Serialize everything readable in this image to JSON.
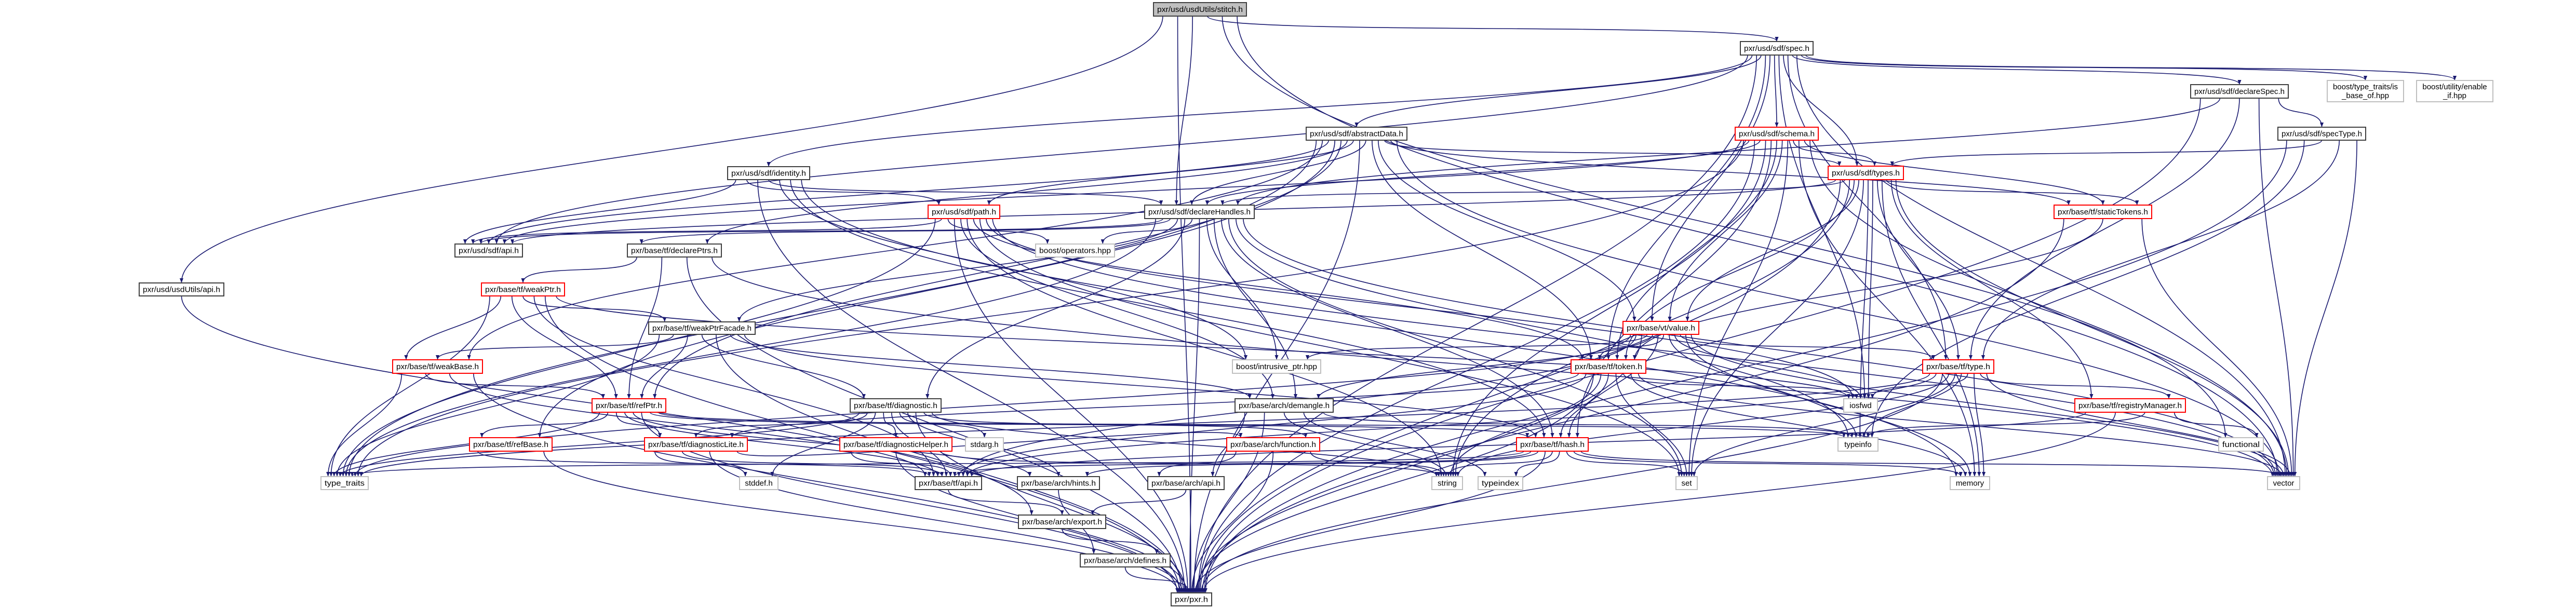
{
  "graph": {
    "title": "pxr/usd/usdUtils/stitch.h",
    "colors": {
      "edge": "#191970",
      "documented_border": "#404040",
      "has_more_border": "#ff0000",
      "external_border": "#bfbfbf",
      "root_fill": "#bfbfbf"
    },
    "nodes": [
      {
        "id": "stitch",
        "label": "pxr/usd/usdUtils/stitch.h",
        "kind": "root"
      },
      {
        "id": "spec",
        "label": "pxr/usd/sdf/spec.h",
        "kind": "doc"
      },
      {
        "id": "declareSpec",
        "label": "pxr/usd/sdf/declareSpec.h",
        "kind": "doc"
      },
      {
        "id": "isbase",
        "label": "boost/type_traits/is_base_of.hpp",
        "kind": "ext",
        "lines": [
          "boost/type_traits/is",
          "_base_of.hpp"
        ]
      },
      {
        "id": "enableif",
        "label": "boost/utility/enable_if.hpp",
        "kind": "ext",
        "lines": [
          "boost/utility/enable",
          "_if.hpp"
        ]
      },
      {
        "id": "specType",
        "label": "pxr/usd/sdf/specType.h",
        "kind": "doc"
      },
      {
        "id": "schema",
        "label": "pxr/usd/sdf/schema.h",
        "kind": "red"
      },
      {
        "id": "abstractData",
        "label": "pxr/usd/sdf/abstractData.h",
        "kind": "doc"
      },
      {
        "id": "identity",
        "label": "pxr/usd/sdf/identity.h",
        "kind": "doc"
      },
      {
        "id": "types",
        "label": "pxr/usd/sdf/types.h",
        "kind": "red"
      },
      {
        "id": "path",
        "label": "pxr/usd/sdf/path.h",
        "kind": "red"
      },
      {
        "id": "declareHandles",
        "label": "pxr/usd/sdf/declareHandles.h",
        "kind": "doc"
      },
      {
        "id": "staticTokens",
        "label": "pxr/base/tf/staticTokens.h",
        "kind": "red"
      },
      {
        "id": "sdfapi",
        "label": "pxr/usd/sdf/api.h",
        "kind": "doc"
      },
      {
        "id": "operators",
        "label": "boost/operators.hpp",
        "kind": "ext"
      },
      {
        "id": "declarePtrs",
        "label": "pxr/base/tf/declarePtrs.h",
        "kind": "doc"
      },
      {
        "id": "usdutilsapi",
        "label": "pxr/usd/usdUtils/api.h",
        "kind": "doc"
      },
      {
        "id": "weakPtr",
        "label": "pxr/base/tf/weakPtr.h",
        "kind": "red"
      },
      {
        "id": "value",
        "label": "pxr/base/vt/value.h",
        "kind": "red"
      },
      {
        "id": "weakPtrFacade",
        "label": "pxr/base/tf/weakPtrFacade.h",
        "kind": "doc"
      },
      {
        "id": "intrusive",
        "label": "boost/intrusive_ptr.hpp",
        "kind": "ext"
      },
      {
        "id": "type",
        "label": "pxr/base/tf/type.h",
        "kind": "red"
      },
      {
        "id": "weakBase",
        "label": "pxr/base/tf/weakBase.h",
        "kind": "red"
      },
      {
        "id": "token",
        "label": "pxr/base/tf/token.h",
        "kind": "red"
      },
      {
        "id": "iosfwd",
        "label": "iosfwd",
        "kind": "ext"
      },
      {
        "id": "demangle",
        "label": "pxr/base/arch/demangle.h",
        "kind": "doc"
      },
      {
        "id": "diagnostic",
        "label": "pxr/base/tf/diagnostic.h",
        "kind": "doc"
      },
      {
        "id": "refPtr",
        "label": "pxr/base/tf/refPtr.h",
        "kind": "red"
      },
      {
        "id": "registryManager",
        "label": "pxr/base/tf/registryManager.h",
        "kind": "red"
      },
      {
        "id": "functional",
        "label": "functional",
        "kind": "ext"
      },
      {
        "id": "diagnosticLite",
        "label": "pxr/base/tf/diagnosticLite.h",
        "kind": "red"
      },
      {
        "id": "diagnosticHelper",
        "label": "pxr/base/tf/diagnosticHelper.h",
        "kind": "red"
      },
      {
        "id": "stdarg",
        "label": "stdarg.h",
        "kind": "ext"
      },
      {
        "id": "function",
        "label": "pxr/base/arch/function.h",
        "kind": "red"
      },
      {
        "id": "hash",
        "label": "pxr/base/tf/hash.h",
        "kind": "red"
      },
      {
        "id": "typeinfo",
        "label": "typeinfo",
        "kind": "ext"
      },
      {
        "id": "refBase",
        "label": "pxr/base/tf/refBase.h",
        "kind": "red"
      },
      {
        "id": "type_traits",
        "label": "type_traits",
        "kind": "ext"
      },
      {
        "id": "stddef",
        "label": "stddef.h",
        "kind": "ext"
      },
      {
        "id": "tfapi",
        "label": "pxr/base/tf/api.h",
        "kind": "doc"
      },
      {
        "id": "hints",
        "label": "pxr/base/arch/hints.h",
        "kind": "doc"
      },
      {
        "id": "archapi",
        "label": "pxr/base/arch/api.h",
        "kind": "doc"
      },
      {
        "id": "string",
        "label": "string",
        "kind": "ext"
      },
      {
        "id": "typeindex",
        "label": "typeindex",
        "kind": "ext"
      },
      {
        "id": "set",
        "label": "set",
        "kind": "ext"
      },
      {
        "id": "memory",
        "label": "memory",
        "kind": "ext"
      },
      {
        "id": "vector",
        "label": "vector",
        "kind": "ext"
      },
      {
        "id": "export",
        "label": "pxr/base/arch/export.h",
        "kind": "doc"
      },
      {
        "id": "defines",
        "label": "pxr/base/arch/defines.h",
        "kind": "doc"
      },
      {
        "id": "pxr",
        "label": "pxr/pxr.h",
        "kind": "doc"
      }
    ],
    "edges": [
      [
        "stitch",
        "pxr"
      ],
      [
        "stitch",
        "usdutilsapi"
      ],
      [
        "stitch",
        "declareHandles"
      ],
      [
        "stitch",
        "spec"
      ],
      [
        "stitch",
        "functional"
      ],
      [
        "stitch",
        "vector"
      ],
      [
        "usdutilsapi",
        "export"
      ],
      [
        "spec",
        "pxr"
      ],
      [
        "spec",
        "sdfapi"
      ],
      [
        "spec",
        "abstractData"
      ],
      [
        "spec",
        "declareSpec"
      ],
      [
        "spec",
        "identity"
      ],
      [
        "spec",
        "schema"
      ],
      [
        "spec",
        "types"
      ],
      [
        "spec",
        "value"
      ],
      [
        "spec",
        "token"
      ],
      [
        "spec",
        "type"
      ],
      [
        "spec",
        "isbase"
      ],
      [
        "spec",
        "enableif"
      ],
      [
        "spec",
        "iosfwd"
      ],
      [
        "spec",
        "vector"
      ],
      [
        "declareSpec",
        "pxr"
      ],
      [
        "declareSpec",
        "declareHandles"
      ],
      [
        "declareSpec",
        "specType"
      ],
      [
        "declareSpec",
        "type"
      ],
      [
        "declareSpec",
        "vector"
      ],
      [
        "specType",
        "pxr"
      ],
      [
        "specType",
        "types"
      ],
      [
        "specType",
        "type"
      ],
      [
        "specType",
        "typeinfo"
      ],
      [
        "specType",
        "vector"
      ],
      [
        "schema",
        "pxr"
      ],
      [
        "schema",
        "sdfapi"
      ],
      [
        "schema",
        "declareHandles"
      ],
      [
        "schema",
        "types"
      ],
      [
        "schema",
        "staticTokens"
      ],
      [
        "schema",
        "token"
      ],
      [
        "schema",
        "value"
      ],
      [
        "schema",
        "hash"
      ],
      [
        "schema",
        "memory"
      ],
      [
        "schema",
        "set"
      ],
      [
        "schema",
        "string"
      ],
      [
        "schema",
        "vector"
      ],
      [
        "schema",
        "type_traits"
      ],
      [
        "abstractData",
        "pxr"
      ],
      [
        "abstractData",
        "sdfapi"
      ],
      [
        "abstractData",
        "path"
      ],
      [
        "abstractData",
        "types"
      ],
      [
        "abstractData",
        "declareHandles"
      ],
      [
        "abstractData",
        "value"
      ],
      [
        "abstractData",
        "declarePtrs"
      ],
      [
        "abstractData",
        "refBase"
      ],
      [
        "abstractData",
        "weakBase"
      ],
      [
        "abstractData",
        "token"
      ],
      [
        "abstractData",
        "staticTokens"
      ],
      [
        "abstractData",
        "vector"
      ],
      [
        "abstractData",
        "type_traits"
      ],
      [
        "abstractData",
        "refPtr"
      ],
      [
        "types",
        "pxr"
      ],
      [
        "types",
        "sdfapi"
      ],
      [
        "types",
        "declareHandles"
      ],
      [
        "types",
        "staticTokens"
      ],
      [
        "types",
        "value"
      ],
      [
        "types",
        "token"
      ],
      [
        "types",
        "type"
      ],
      [
        "types",
        "iosfwd"
      ],
      [
        "types",
        "set"
      ],
      [
        "types",
        "string"
      ],
      [
        "types",
        "typeinfo"
      ],
      [
        "types",
        "vector"
      ],
      [
        "types",
        "memory"
      ],
      [
        "types",
        "registryManager"
      ],
      [
        "identity",
        "pxr"
      ],
      [
        "identity",
        "sdfapi"
      ],
      [
        "identity",
        "path"
      ],
      [
        "identity",
        "declareHandles"
      ],
      [
        "identity",
        "hash"
      ],
      [
        "identity",
        "intrusive"
      ],
      [
        "identity",
        "memory"
      ],
      [
        "path",
        "pxr"
      ],
      [
        "path",
        "sdfapi"
      ],
      [
        "path",
        "token"
      ],
      [
        "path",
        "operators"
      ],
      [
        "path",
        "iosfwd"
      ],
      [
        "path",
        "set"
      ],
      [
        "path",
        "string"
      ],
      [
        "path",
        "type_traits"
      ],
      [
        "path",
        "vector"
      ],
      [
        "path",
        "demangle"
      ],
      [
        "declareHandles",
        "pxr"
      ],
      [
        "declareHandles",
        "sdfapi"
      ],
      [
        "declareHandles",
        "demangle"
      ],
      [
        "declareHandles",
        "diagnostic"
      ],
      [
        "declareHandles",
        "weakPtrFacade"
      ],
      [
        "declareHandles",
        "declarePtrs"
      ],
      [
        "declareHandles",
        "operators"
      ],
      [
        "declareHandles",
        "intrusive"
      ],
      [
        "declareHandles",
        "set"
      ],
      [
        "declareHandles",
        "typeinfo"
      ],
      [
        "declareHandles",
        "type_traits"
      ],
      [
        "declareHandles",
        "vector"
      ],
      [
        "declareHandles",
        "hash"
      ],
      [
        "staticTokens",
        "token"
      ],
      [
        "staticTokens",
        "pxr"
      ],
      [
        "staticTokens",
        "vector"
      ],
      [
        "declarePtrs",
        "pxr"
      ],
      [
        "declarePtrs",
        "weakPtr"
      ],
      [
        "declarePtrs",
        "refPtr"
      ],
      [
        "declarePtrs",
        "vector"
      ],
      [
        "weakPtr",
        "pxr"
      ],
      [
        "weakPtr",
        "weakPtrFacade"
      ],
      [
        "weakPtr",
        "weakBase"
      ],
      [
        "weakPtr",
        "refPtr"
      ],
      [
        "weakPtr",
        "tfapi"
      ],
      [
        "weakPtr",
        "type_traits"
      ],
      [
        "weakPtr",
        "iosfwd"
      ],
      [
        "value",
        "pxr"
      ],
      [
        "value",
        "demangle"
      ],
      [
        "value",
        "token"
      ],
      [
        "value",
        "type"
      ],
      [
        "value",
        "intrusive"
      ],
      [
        "value",
        "typeinfo"
      ],
      [
        "value",
        "iosfwd"
      ],
      [
        "value",
        "memory"
      ],
      [
        "value",
        "vector"
      ],
      [
        "value",
        "type_traits"
      ],
      [
        "value",
        "hash"
      ],
      [
        "value",
        "tfapi"
      ],
      [
        "weakPtrFacade",
        "pxr"
      ],
      [
        "weakPtrFacade",
        "weakBase"
      ],
      [
        "weakPtrFacade",
        "refPtr"
      ],
      [
        "weakPtrFacade",
        "diagnostic"
      ],
      [
        "weakPtrFacade",
        "demangle"
      ],
      [
        "weakPtrFacade",
        "hash"
      ],
      [
        "weakPtrFacade",
        "type_traits"
      ],
      [
        "type",
        "pxr"
      ],
      [
        "type",
        "tfapi"
      ],
      [
        "type",
        "registryManager"
      ],
      [
        "type",
        "iosfwd"
      ],
      [
        "type",
        "typeinfo"
      ],
      [
        "type",
        "memory"
      ],
      [
        "type",
        "set"
      ],
      [
        "type",
        "string"
      ],
      [
        "type",
        "vector"
      ],
      [
        "type",
        "type_traits"
      ],
      [
        "weakBase",
        "pxr"
      ],
      [
        "weakBase",
        "refPtr"
      ],
      [
        "weakBase",
        "tfapi"
      ],
      [
        "weakBase",
        "type_traits"
      ],
      [
        "token",
        "pxr"
      ],
      [
        "token",
        "tfapi"
      ],
      [
        "token",
        "diagnosticLite"
      ],
      [
        "token",
        "hash"
      ],
      [
        "token",
        "iosfwd"
      ],
      [
        "token",
        "set"
      ],
      [
        "token",
        "string"
      ],
      [
        "token",
        "vector"
      ],
      [
        "token",
        "memory"
      ],
      [
        "demangle",
        "pxr"
      ],
      [
        "demangle",
        "archapi"
      ],
      [
        "demangle",
        "string"
      ],
      [
        "demangle",
        "typeinfo"
      ],
      [
        "demangle",
        "typeindex"
      ],
      [
        "diagnostic",
        "pxr"
      ],
      [
        "diagnostic",
        "tfapi"
      ],
      [
        "diagnostic",
        "diagnosticLite"
      ],
      [
        "diagnostic",
        "diagnosticHelper"
      ],
      [
        "diagnostic",
        "function"
      ],
      [
        "diagnostic",
        "hints"
      ],
      [
        "diagnostic",
        "stddef"
      ],
      [
        "diagnostic",
        "stdarg"
      ],
      [
        "diagnostic",
        "string"
      ],
      [
        "diagnostic",
        "type_traits"
      ],
      [
        "refPtr",
        "pxr"
      ],
      [
        "refPtr",
        "tfapi"
      ],
      [
        "refPtr",
        "refBase"
      ],
      [
        "refPtr",
        "diagnosticLite"
      ],
      [
        "refPtr",
        "hints"
      ],
      [
        "refPtr",
        "typeinfo"
      ],
      [
        "refPtr",
        "type_traits"
      ],
      [
        "refPtr",
        "hash"
      ],
      [
        "registryManager",
        "pxr"
      ],
      [
        "registryManager",
        "tfapi"
      ],
      [
        "registryManager",
        "functional"
      ],
      [
        "registryManager",
        "typeinfo"
      ],
      [
        "diagnosticLite",
        "pxr"
      ],
      [
        "diagnosticLite",
        "tfapi"
      ],
      [
        "diagnosticLite",
        "function"
      ],
      [
        "diagnosticLite",
        "stddef"
      ],
      [
        "diagnosticHelper",
        "pxr"
      ],
      [
        "diagnosticHelper",
        "tfapi"
      ],
      [
        "diagnosticHelper",
        "string"
      ],
      [
        "function",
        "pxr"
      ],
      [
        "function",
        "archapi"
      ],
      [
        "function",
        "string"
      ],
      [
        "hash",
        "pxr"
      ],
      [
        "hash",
        "tfapi"
      ],
      [
        "hash",
        "hints"
      ],
      [
        "hash",
        "string"
      ],
      [
        "hash",
        "typeindex"
      ],
      [
        "hash",
        "vector"
      ],
      [
        "hash",
        "memory"
      ],
      [
        "hash",
        "set"
      ],
      [
        "hash",
        "type_traits"
      ],
      [
        "refBase",
        "pxr"
      ],
      [
        "refBase",
        "tfapi"
      ],
      [
        "tfapi",
        "export"
      ],
      [
        "archapi",
        "export"
      ],
      [
        "hints",
        "defines"
      ],
      [
        "export",
        "defines"
      ],
      [
        "defines",
        "pxr"
      ]
    ]
  }
}
